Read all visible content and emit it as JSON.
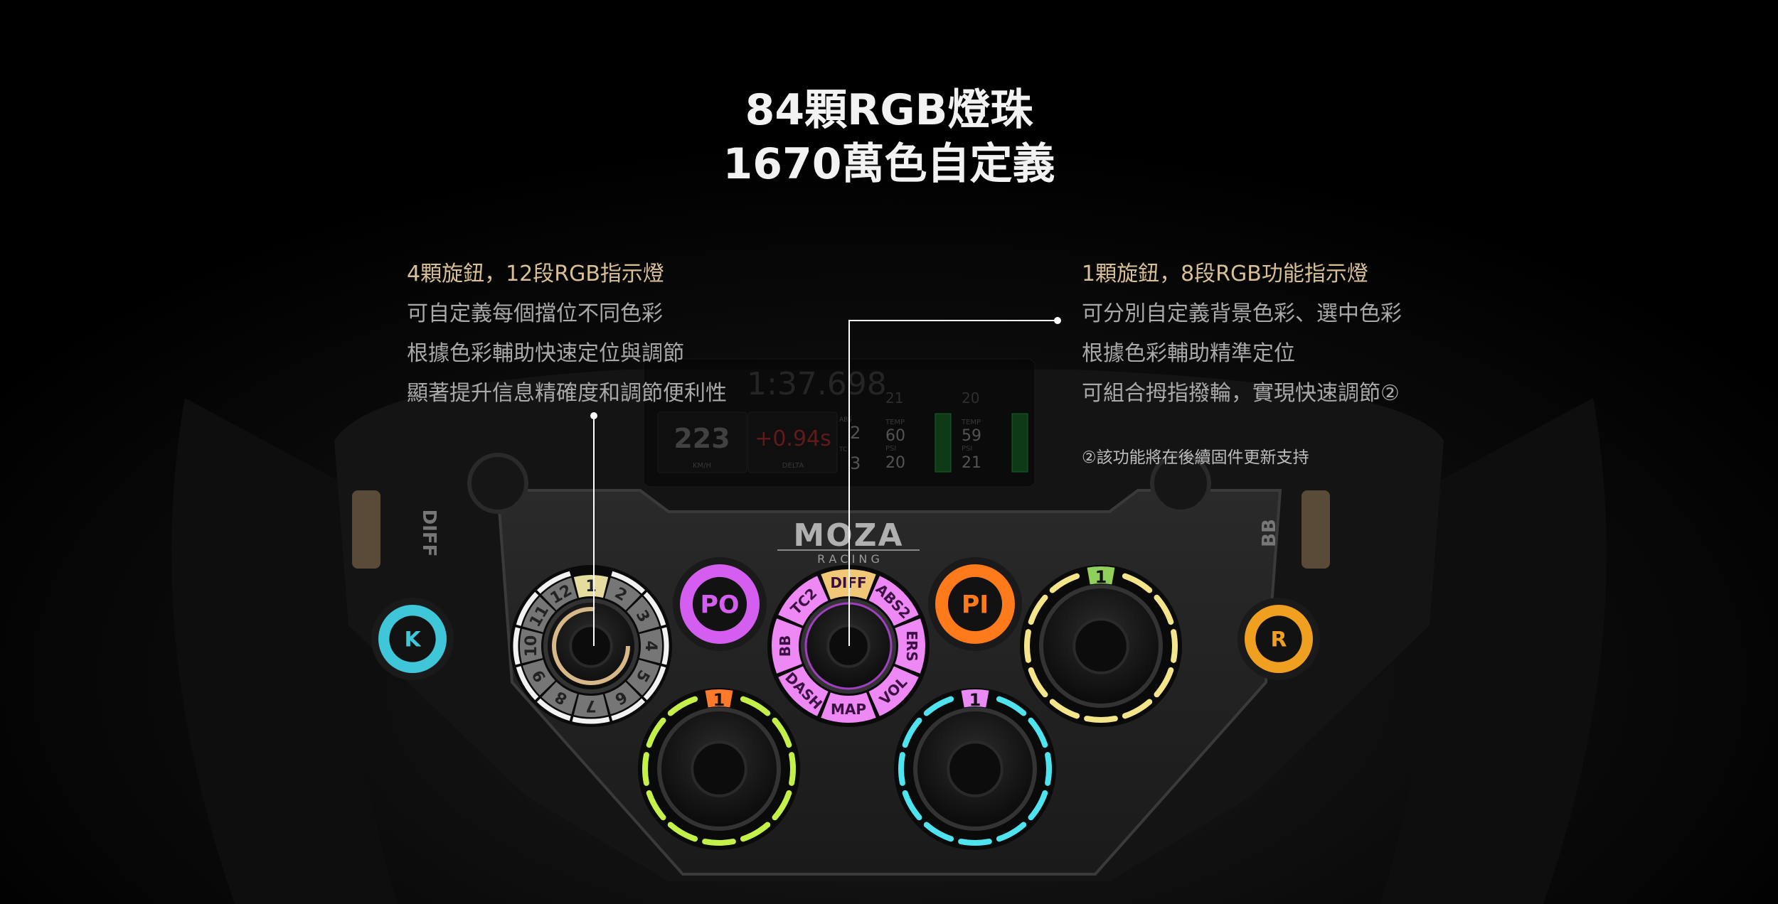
{
  "headline": {
    "line1": "84顆RGB燈珠",
    "line2": "1670萬色自定義"
  },
  "left_callout": {
    "heading": "4顆旋鈕，12段RGB指示燈",
    "lines": [
      "可自定義每個擋位不同色彩",
      "根據色彩輔助快速定位與調節",
      "顯著提升信息精確度和調節便利性"
    ]
  },
  "right_callout": {
    "heading": "1顆旋鈕，8段RGB功能指示燈",
    "lines": [
      "可分別自定義背景色彩、選中色彩",
      "根據色彩輔助精準定位",
      "可組合拇指撥輪，實現快速調節②"
    ],
    "footnote": "②該功能將在後續固件更新支持"
  },
  "dashboard": {
    "laptime": "1:37.698",
    "speed": "223",
    "speed_unit": "KM/H",
    "delta": "+0.94s",
    "delta_label": "DELTA",
    "abs_label": "ABS",
    "abs": "2",
    "tc_label": "TC",
    "tc": "3",
    "tyres": [
      {
        "top": "21",
        "temp_label": "TEMP",
        "temp": "60",
        "psi_label": "PSI",
        "psi": "20"
      },
      {
        "top": "20",
        "temp_label": "TEMP",
        "temp": "59",
        "psi_label": "PSI",
        "psi": "21"
      }
    ]
  },
  "wheel": {
    "brand": "MOZA",
    "brand_sub": "R A C I N G",
    "left_paddle_label": "DIFF",
    "right_paddle_label": "BB",
    "buttons": [
      {
        "id": "k",
        "label": "K",
        "color": "#3fc6d8"
      },
      {
        "id": "po",
        "label": "PO",
        "color": "#d45ef0"
      },
      {
        "id": "pi",
        "label": "PI",
        "color": "#ff7a1a"
      },
      {
        "id": "r",
        "label": "R",
        "color": "#f0a020"
      }
    ],
    "position_knob": {
      "labels": [
        "1",
        "2",
        "3",
        "4",
        "5",
        "6",
        "7",
        "8",
        "9",
        "10",
        "11",
        "12"
      ],
      "selected_color": "#e6dca0",
      "segment_color": "#8a8a8a",
      "ring_color": "#f2f2f2"
    },
    "function_knob": {
      "labels": [
        "DIFF",
        "ABS2",
        "ERS",
        "VOL",
        "MAP",
        "DASH",
        "BB",
        "TC2"
      ],
      "selected_color": "#f0c878",
      "segment_color": "#ee88f5"
    },
    "rings": [
      {
        "id": "yellow",
        "badge": "1",
        "ring_color": "#f5e58a",
        "badge_color": "#8fd05a"
      },
      {
        "id": "green",
        "badge": "1",
        "ring_color": "#c4f04a",
        "badge_color": "#ff7a2a"
      },
      {
        "id": "cyan",
        "badge": "1",
        "ring_color": "#4fe3ef",
        "badge_color": "#e98bf2"
      }
    ]
  }
}
